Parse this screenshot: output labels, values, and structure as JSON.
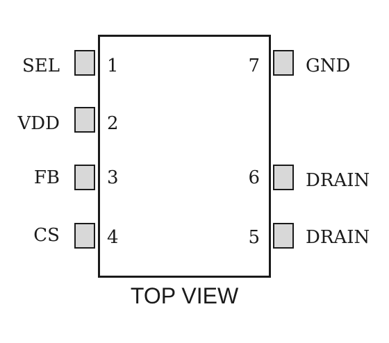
{
  "caption": "TOP VIEW",
  "pins": {
    "p1": {
      "number": "1",
      "name": "SEL"
    },
    "p2": {
      "number": "2",
      "name": "VDD"
    },
    "p3": {
      "number": "3",
      "name": "FB"
    },
    "p4": {
      "number": "4",
      "name": "CS"
    },
    "p5": {
      "number": "5",
      "name": "DRAIN"
    },
    "p6": {
      "number": "6",
      "name": "DRAIN"
    },
    "p7": {
      "number": "7",
      "name": "GND"
    }
  },
  "colors": {
    "outline": "#1a1a1a",
    "pin_fill": "#d8d8d8",
    "body_fill": "#ffffff"
  }
}
